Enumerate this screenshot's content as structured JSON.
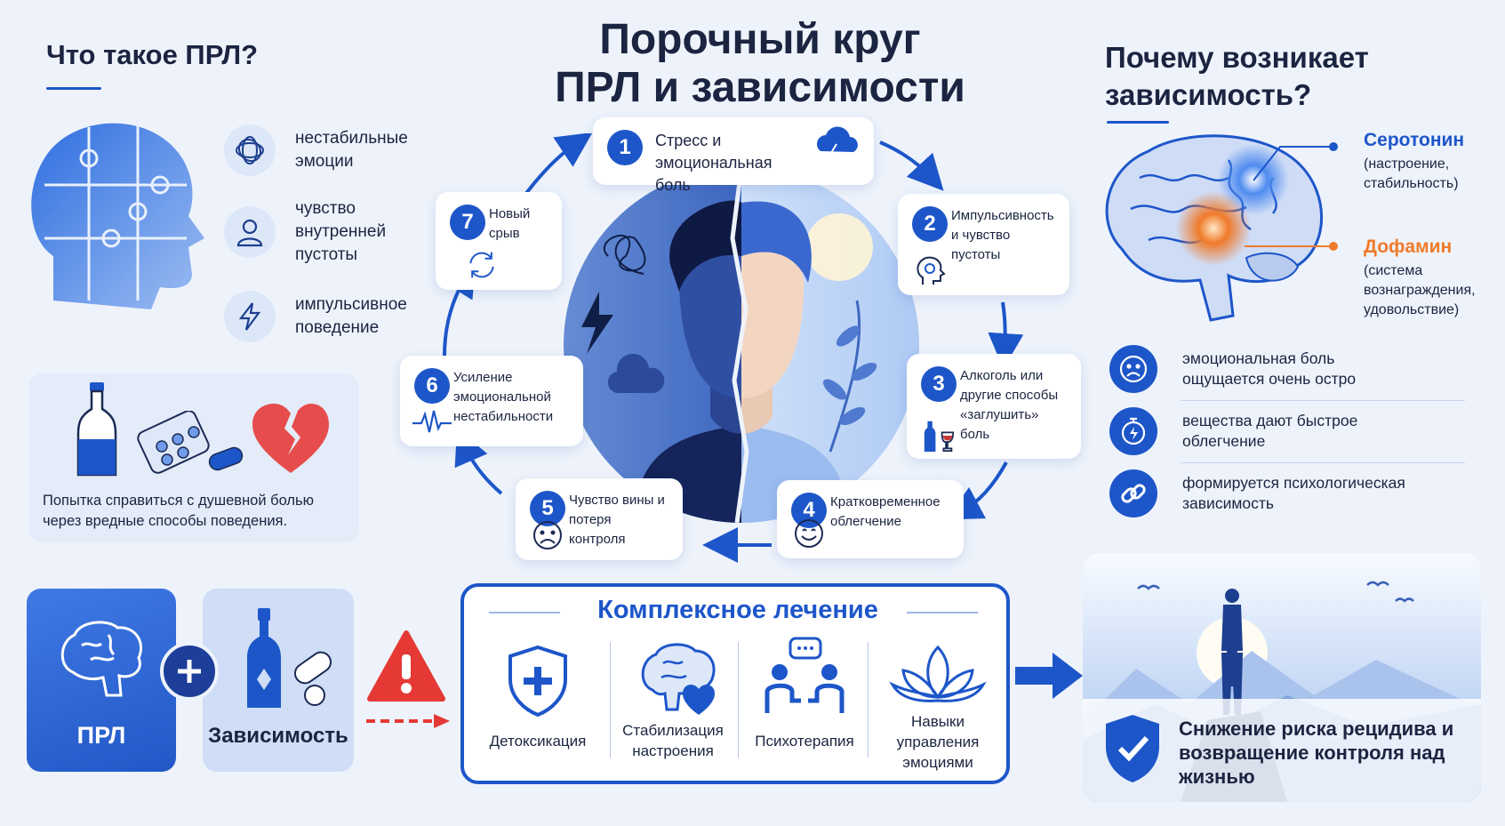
{
  "title": {
    "line1": "Порочный круг",
    "line2": "ПРЛ и зависимости"
  },
  "left": {
    "heading": "Что такое ПРЛ?",
    "items": [
      {
        "icon": "tangled-lines-icon",
        "text": "нестабильные эмоции"
      },
      {
        "icon": "person-outline-icon",
        "text": "чувство внутренней пустоты"
      },
      {
        "icon": "lightning-icon",
        "text": "импульсивное поведение"
      }
    ],
    "coping_text": "Попытка справиться с душевной болью через вредные способы поведения."
  },
  "cycle": {
    "steps": [
      {
        "num": "1",
        "text": "Стресс и эмоциональная боль",
        "icon": "storm-cloud-icon"
      },
      {
        "num": "2",
        "text": "Импульсивность и чувство пустоты",
        "icon": "head-icon"
      },
      {
        "num": "3",
        "text": "Алкоголь или другие способы «заглушить» боль",
        "icon": "bottle-glass-icon"
      },
      {
        "num": "4",
        "text": "Кратковременное облегчение",
        "icon": "smile-icon"
      },
      {
        "num": "5",
        "text": "Чувство вины и потеря контроля",
        "icon": "sad-face-icon"
      },
      {
        "num": "6",
        "text": "Усиление эмоциональной нестабильности",
        "icon": "pulse-icon"
      },
      {
        "num": "7",
        "text": "Новый срыв",
        "icon": "cycle-arrows-icon"
      }
    ]
  },
  "right": {
    "heading": "Почему возникает зависимость?",
    "serotonin": {
      "name": "Серотонин",
      "desc": "(настроение, стабильность)"
    },
    "dopamine": {
      "name": "Дофамин",
      "desc": "(система вознаграждения, удовольствие)"
    },
    "items": [
      {
        "icon": "sad-face-icon",
        "text": "эмоциональная боль ощущается очень остро"
      },
      {
        "icon": "stopwatch-icon",
        "text": "вещества дают быстрое облегчение"
      },
      {
        "icon": "chain-link-icon",
        "text": "формируется психологическая зависимость"
      }
    ]
  },
  "bottom": {
    "prl_label": "ПРЛ",
    "addiction_label": "Зависимость",
    "treatment_title": "Комплексное лечение",
    "treatments": [
      "Детоксикация",
      "Стабилизация настроения",
      "Психотерапия",
      "Навыки управления эмоциями"
    ],
    "outcome": "Снижение риска рецидива и возвращение контроля над жизнью"
  },
  "colors": {
    "accent": "#1d56c9",
    "warning": "#e53935",
    "dopamine": "#f07a2a",
    "background": "#eef3fb"
  }
}
